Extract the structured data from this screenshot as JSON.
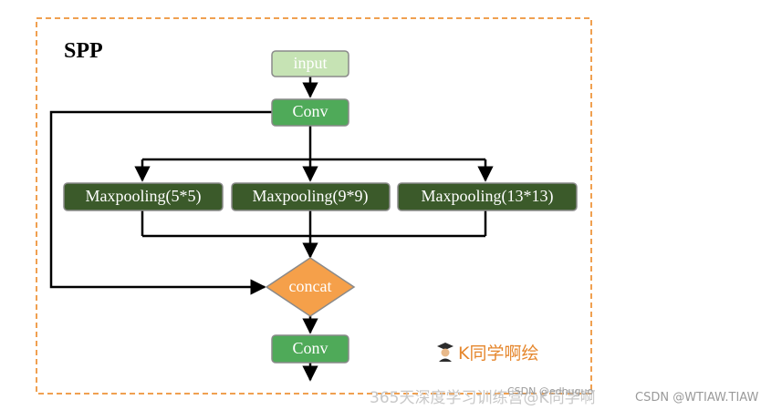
{
  "title": "SPP",
  "nodes": {
    "input": "input",
    "conv_top": "Conv",
    "maxpool_5": "Maxpooling(5*5)",
    "maxpool_9": "Maxpooling(9*9)",
    "maxpool_13": "Maxpooling(13*13)",
    "concat": "concat",
    "conv_bottom": "Conv"
  },
  "watermarks": {
    "brand": "K同学啊绘",
    "site_faint": "365天深度学习训练营@K同学啊",
    "csdn_small": "CSDN @edhuguo",
    "csdn_author": "CSDN @WTIAW.TIAW"
  },
  "colors": {
    "frame_border": "#f0a050",
    "input_fill": "#c6e3b4",
    "conv_fill": "#4faa59",
    "maxpool_fill": "#3b5a2a",
    "concat_fill": "#f5a04a",
    "arrow": "#000000"
  }
}
